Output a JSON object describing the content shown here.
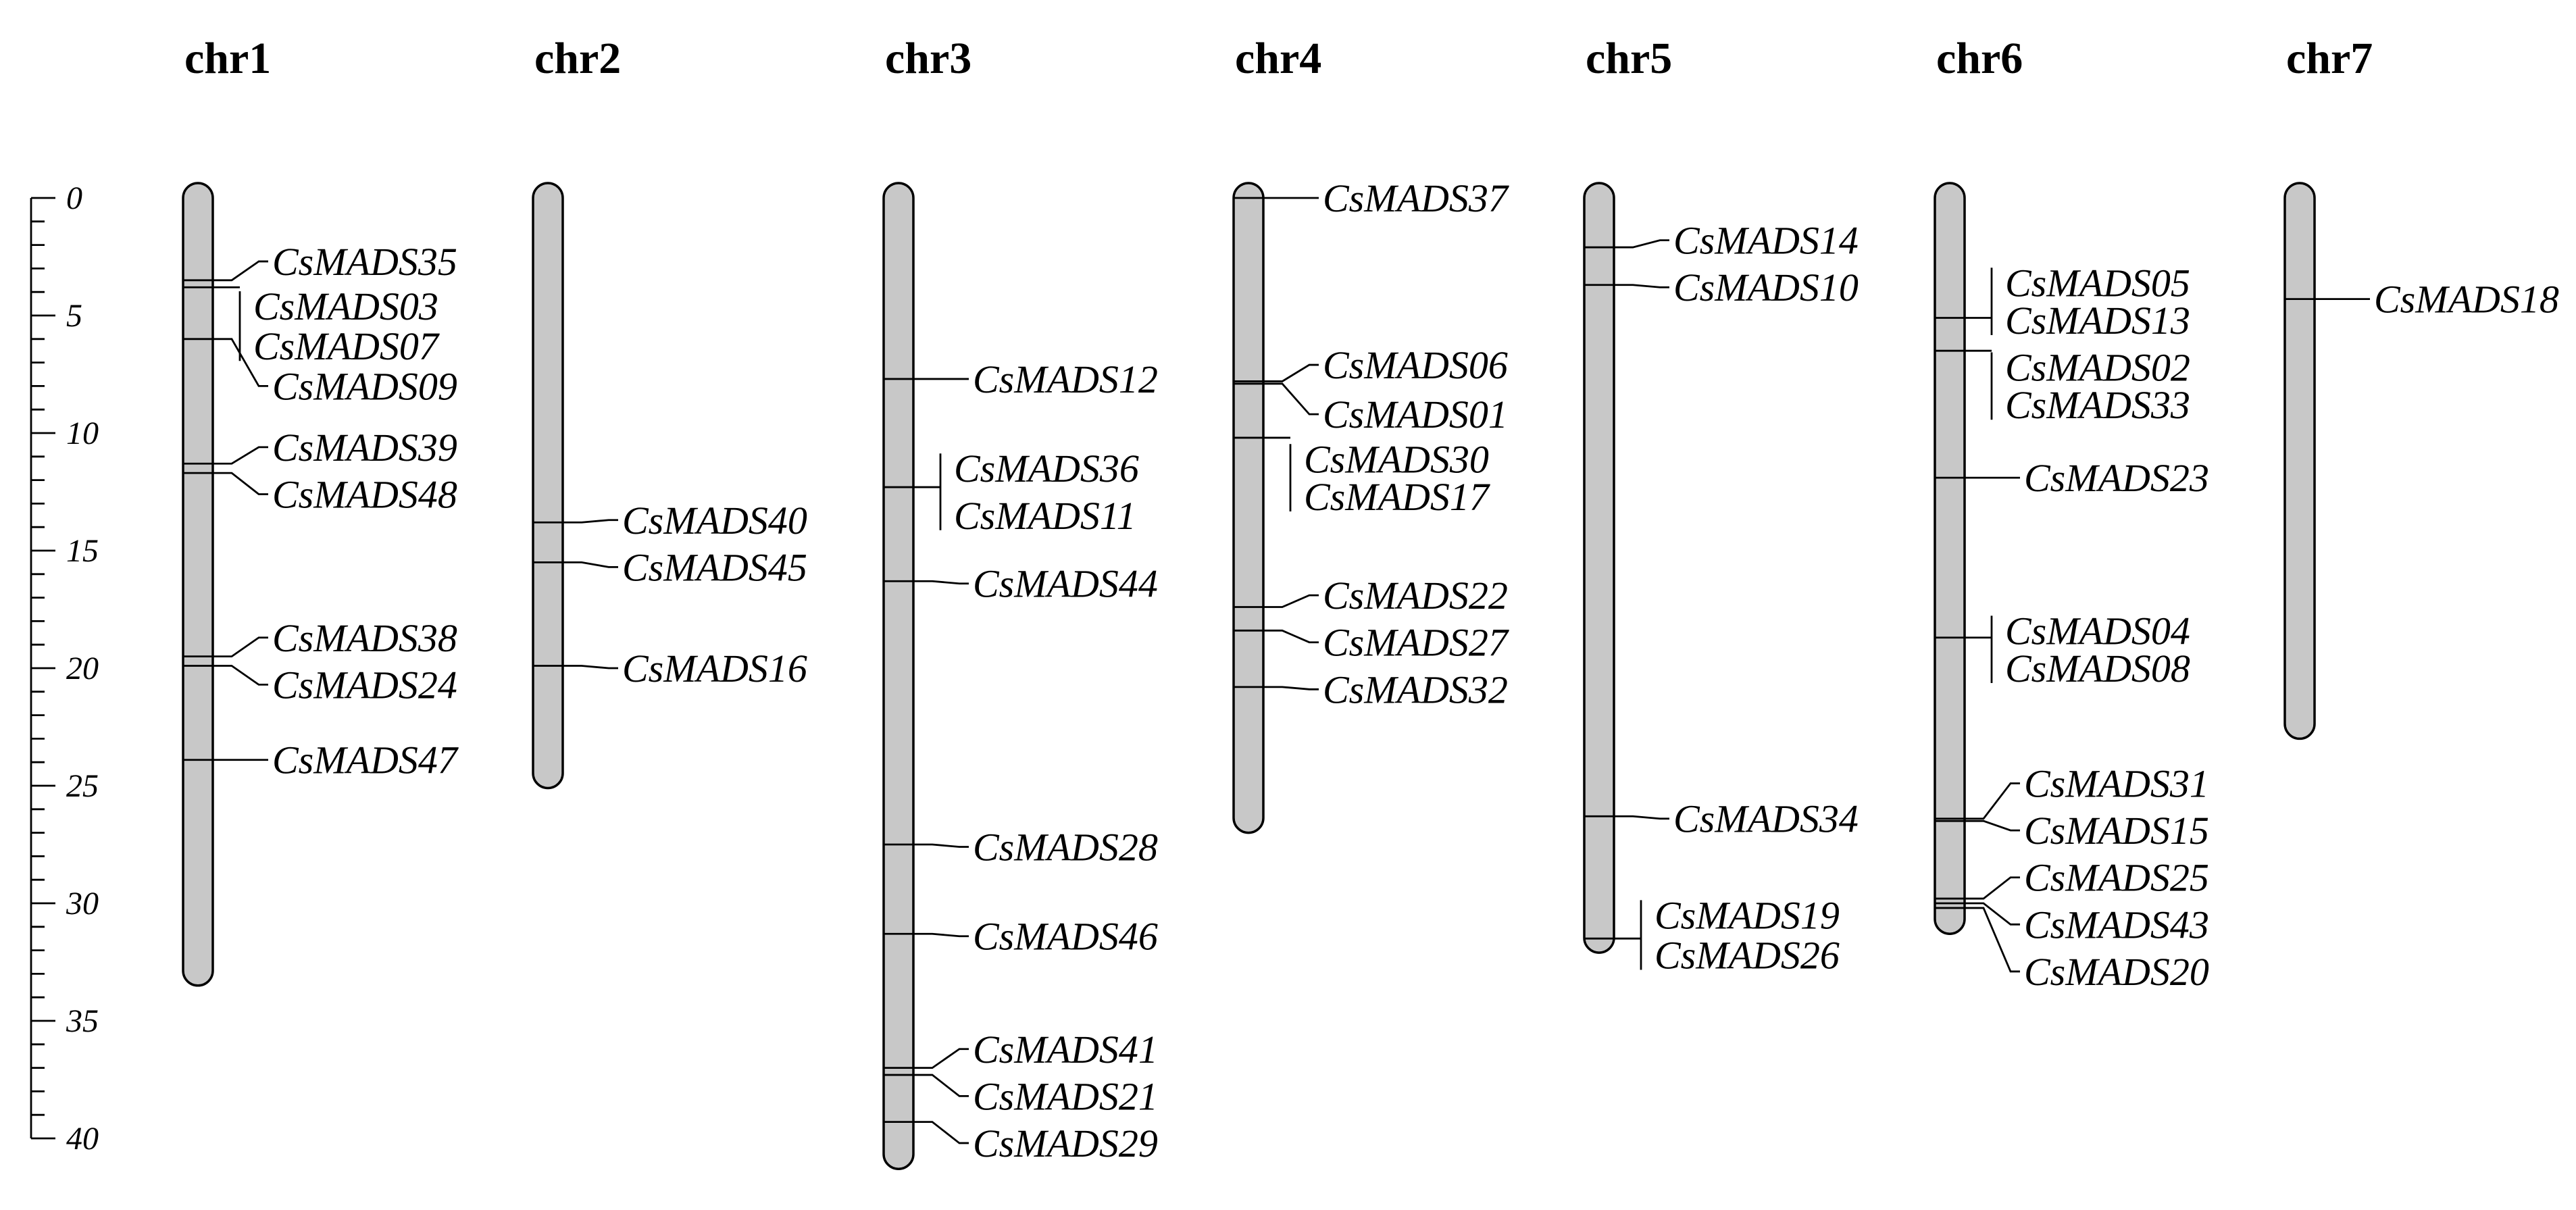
{
  "scale": {
    "min": 0,
    "max": 40,
    "major_ticks": [
      "0",
      "5",
      "10",
      "15",
      "20",
      "25",
      "30",
      "35",
      "40"
    ]
  },
  "chromosomes": [
    {
      "name": "chr1",
      "length": 33.5,
      "genes": [
        {
          "id": "CsMADS35",
          "pos": 3.5,
          "label_pos": 2.7
        },
        {
          "id": "CsMADS03",
          "pos": 3.8,
          "label_pos": 4.6
        },
        {
          "id": "CsMADS07",
          "pos": 3.8,
          "label_pos": 6.3
        },
        {
          "id": "CsMADS09",
          "pos": 6.0,
          "label_pos": 8.0
        },
        {
          "id": "CsMADS39",
          "pos": 11.3,
          "label_pos": 10.6
        },
        {
          "id": "CsMADS48",
          "pos": 11.7,
          "label_pos": 12.6
        },
        {
          "id": "CsMADS38",
          "pos": 19.5,
          "label_pos": 18.7
        },
        {
          "id": "CsMADS24",
          "pos": 19.9,
          "label_pos": 20.7
        },
        {
          "id": "CsMADS47",
          "pos": 23.9,
          "label_pos": 23.9
        }
      ]
    },
    {
      "name": "chr2",
      "length": 25.1,
      "genes": [
        {
          "id": "CsMADS40",
          "pos": 13.8,
          "label_pos": 13.7
        },
        {
          "id": "CsMADS45",
          "pos": 15.5,
          "label_pos": 15.7
        },
        {
          "id": "CsMADS16",
          "pos": 19.9,
          "label_pos": 20.0
        }
      ]
    },
    {
      "name": "chr3",
      "length": 41.3,
      "genes": [
        {
          "id": "CsMADS12",
          "pos": 7.7,
          "label_pos": 7.7
        },
        {
          "id": "CsMADS36",
          "pos": 12.3,
          "label_pos": 11.5
        },
        {
          "id": "CsMADS11",
          "pos": 12.3,
          "label_pos": 13.5
        },
        {
          "id": "CsMADS44",
          "pos": 16.3,
          "label_pos": 16.4
        },
        {
          "id": "CsMADS28",
          "pos": 27.5,
          "label_pos": 27.6
        },
        {
          "id": "CsMADS46",
          "pos": 31.3,
          "label_pos": 31.4
        },
        {
          "id": "CsMADS41",
          "pos": 37.0,
          "label_pos": 36.2
        },
        {
          "id": "CsMADS21",
          "pos": 37.3,
          "label_pos": 38.2
        },
        {
          "id": "CsMADS29",
          "pos": 39.3,
          "label_pos": 40.2
        }
      ]
    },
    {
      "name": "chr4",
      "length": 27.0,
      "genes": [
        {
          "id": "CsMADS37",
          "pos": 0.0,
          "label_pos": 0.0
        },
        {
          "id": "CsMADS06",
          "pos": 7.8,
          "label_pos": 7.1
        },
        {
          "id": "CsMADS01",
          "pos": 7.9,
          "label_pos": 9.2
        },
        {
          "id": "CsMADS30",
          "pos": 10.2,
          "label_pos": 11.1
        },
        {
          "id": "CsMADS17",
          "pos": 10.2,
          "label_pos": 12.7
        },
        {
          "id": "CsMADS22",
          "pos": 17.4,
          "label_pos": 16.9
        },
        {
          "id": "CsMADS27",
          "pos": 18.4,
          "label_pos": 18.9
        },
        {
          "id": "CsMADS32",
          "pos": 20.8,
          "label_pos": 20.9
        }
      ]
    },
    {
      "name": "chr5",
      "length": 32.1,
      "genes": [
        {
          "id": "CsMADS14",
          "pos": 2.1,
          "label_pos": 1.8
        },
        {
          "id": "CsMADS10",
          "pos": 3.7,
          "label_pos": 3.8
        },
        {
          "id": "CsMADS34",
          "pos": 26.3,
          "label_pos": 26.4
        },
        {
          "id": "CsMADS19",
          "pos": 31.5,
          "label_pos": 30.5
        },
        {
          "id": "CsMADS26",
          "pos": 31.5,
          "label_pos": 32.2
        }
      ]
    },
    {
      "name": "chr6",
      "length": 31.3,
      "genes": [
        {
          "id": "CsMADS05",
          "pos": 5.1,
          "label_pos": 3.6
        },
        {
          "id": "CsMADS13",
          "pos": 5.1,
          "label_pos": 5.2
        },
        {
          "id": "CsMADS02",
          "pos": 6.5,
          "label_pos": 7.2
        },
        {
          "id": "CsMADS33",
          "pos": 6.5,
          "label_pos": 8.8
        },
        {
          "id": "CsMADS23",
          "pos": 11.9,
          "label_pos": 11.9
        },
        {
          "id": "CsMADS04",
          "pos": 18.7,
          "label_pos": 18.4
        },
        {
          "id": "CsMADS08",
          "pos": 18.7,
          "label_pos": 20.0
        },
        {
          "id": "CsMADS31",
          "pos": 26.4,
          "label_pos": 24.9
        },
        {
          "id": "CsMADS15",
          "pos": 26.5,
          "label_pos": 26.9
        },
        {
          "id": "CsMADS25",
          "pos": 29.8,
          "label_pos": 28.9
        },
        {
          "id": "CsMADS43",
          "pos": 30.0,
          "label_pos": 30.9
        },
        {
          "id": "CsMADS20",
          "pos": 30.2,
          "label_pos": 32.9
        }
      ]
    },
    {
      "name": "chr7",
      "length": 23.0,
      "genes": [
        {
          "id": "CsMADS18",
          "pos": 4.3,
          "label_pos": 4.3
        }
      ]
    }
  ]
}
